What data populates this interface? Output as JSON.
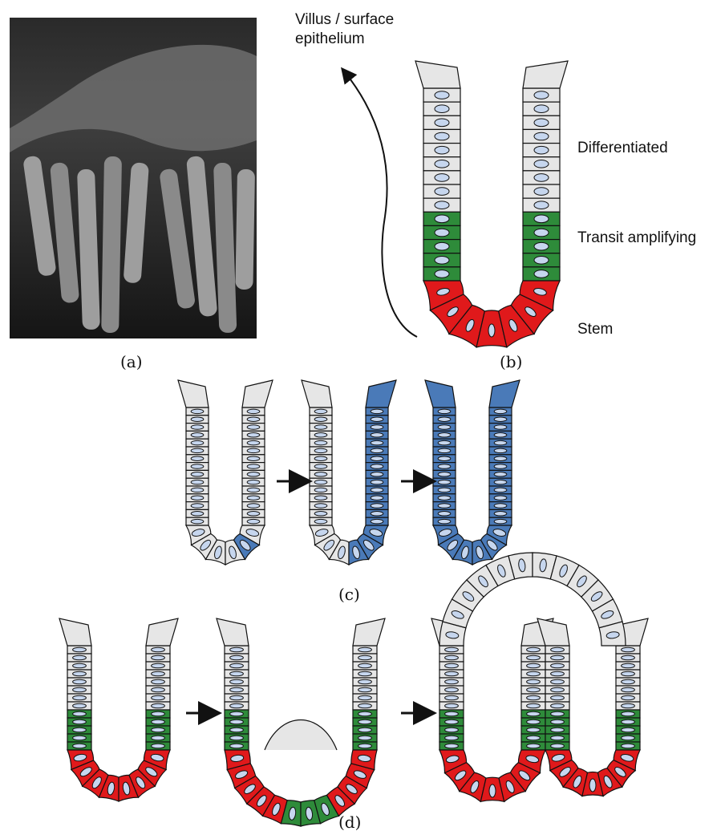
{
  "labels": {
    "villus_line1": "Villus / surface",
    "villus_line2": "epithelium",
    "differentiated": "Differentiated",
    "transit": "Transit amplifying",
    "stem": "Stem"
  },
  "captions": {
    "a": "(a)",
    "b": "(b)",
    "c": "(c)",
    "d": "(d)"
  },
  "colors": {
    "differentiated": "#e6e6e6",
    "transit": "#2e8b3a",
    "stem": "#e0191b",
    "mutant": "#4a7ab8",
    "nucleus": "#c6d6ee",
    "photo_bg": "#1c1c1c"
  }
}
